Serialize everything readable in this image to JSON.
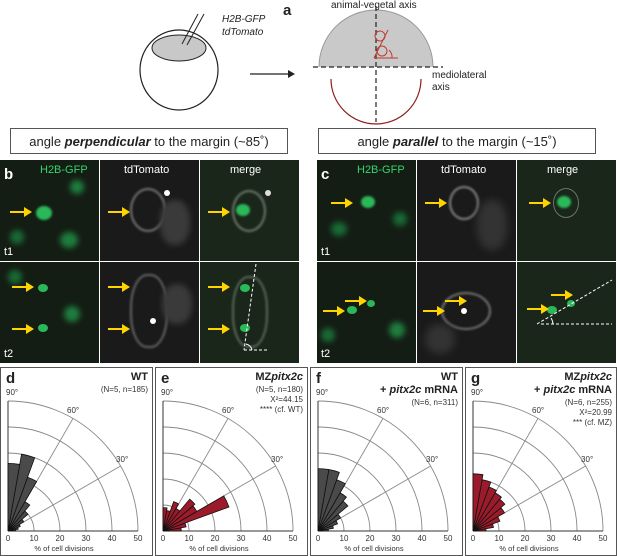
{
  "panel_a": {
    "label": "a",
    "embryo_label_line1": "H2B-GFP",
    "embryo_label_line2": "tdTomato",
    "axis_top": "animal-vegetal axis",
    "axis_right_line1": "mediolateral",
    "axis_right_line2": "axis"
  },
  "header_left": {
    "prefix": "angle ",
    "emph": "perpendicular",
    "suffix": " to the margin (~85˚)"
  },
  "header_right": {
    "prefix": "angle ",
    "emph": "parallel",
    "suffix": " to the margin (~15˚)"
  },
  "panel_b": {
    "label": "b",
    "channels": [
      "H2B-GFP",
      "tdTomato",
      "merge"
    ],
    "times": [
      "t1",
      "t2"
    ]
  },
  "panel_c": {
    "label": "c",
    "channels": [
      "H2B-GFP",
      "tdTomato",
      "merge"
    ],
    "times": [
      "t1",
      "t2"
    ]
  },
  "colors": {
    "wt_fill": "#4a4a4a",
    "mz_fill": "#9b1b2a",
    "gfp_text": "#35d46a",
    "arrow": "#ffd400",
    "red_axis": "#c0392b"
  },
  "x_axis_label": "% of cell divisions",
  "chart_data": [
    {
      "type": "bar",
      "panel": "d",
      "title": "WT",
      "subtitle": "(N=5, n=185)",
      "extra_lines": [],
      "angle_ticks": [
        "90°",
        "60°",
        "30°"
      ],
      "radial_ticks": [
        0,
        10,
        20,
        30,
        40,
        50
      ],
      "categories": [
        "0-10",
        "10-20",
        "20-30",
        "30-40",
        "40-50",
        "50-60",
        "60-70",
        "70-80",
        "80-90"
      ],
      "values": [
        3,
        4,
        5,
        7,
        10,
        13,
        22,
        30,
        26
      ]
    },
    {
      "type": "bar",
      "panel": "e",
      "title": "MZpitx2c",
      "subtitle": "(N=5, n=180)",
      "extra_lines": [
        "X²=44.15",
        "**** (cf. WT)"
      ],
      "angle_ticks": [
        "90°",
        "60°",
        "30°"
      ],
      "radial_ticks": [
        0,
        10,
        20,
        30,
        40,
        50
      ],
      "categories": [
        "0-10",
        "10-20",
        "20-30",
        "30-40",
        "40-50",
        "50-60",
        "60-70",
        "70-80",
        "80-90"
      ],
      "values": [
        7,
        9,
        27,
        15,
        16,
        10,
        12,
        8,
        9
      ]
    },
    {
      "type": "bar",
      "panel": "f",
      "title": "WT",
      "title_line2": "+ pitx2c mRNA",
      "subtitle": "(N=6, n=311)",
      "extra_lines": [],
      "angle_ticks": [
        "90°",
        "60°",
        "30°"
      ],
      "radial_ticks": [
        0,
        10,
        20,
        30,
        40,
        50
      ],
      "categories": [
        "0-10",
        "10-20",
        "20-30",
        "30-40",
        "40-50",
        "50-60",
        "60-70",
        "70-80",
        "80-90"
      ],
      "values": [
        4,
        6,
        8,
        10,
        15,
        17,
        21,
        24,
        24
      ]
    },
    {
      "type": "bar",
      "panel": "g",
      "title": "MZpitx2c",
      "title_line2": "+ pitx2c mRNA",
      "subtitle": "(N=6, n=255)",
      "extra_lines": [
        "X²=20.99",
        "*** (cf. MZ)"
      ],
      "angle_ticks": [
        "90°",
        "60°",
        "30°"
      ],
      "radial_ticks": [
        0,
        10,
        20,
        30,
        40,
        50
      ],
      "categories": [
        "0-10",
        "10-20",
        "20-30",
        "30-40",
        "40-50",
        "50-60",
        "60-70",
        "70-80",
        "80-90"
      ],
      "values": [
        5,
        8,
        11,
        14,
        16,
        17,
        18,
        20,
        22
      ]
    }
  ]
}
